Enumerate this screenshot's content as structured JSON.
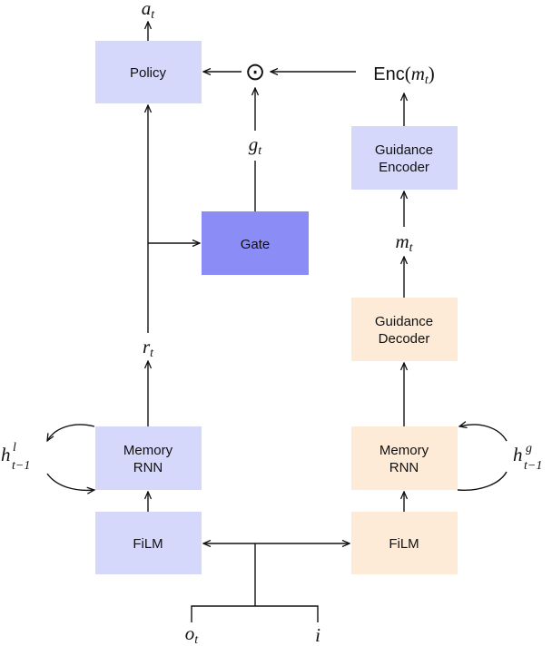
{
  "colors": {
    "blue_light": "#d6d8fb",
    "blue_dark": "#8c8cf7",
    "orange_light": "#fdebd7"
  },
  "boxes": {
    "policy": "Policy",
    "gate": "Gate",
    "guidance_encoder_1": "Guidance",
    "guidance_encoder_2": "Encoder",
    "guidance_decoder_1": "Guidance",
    "guidance_decoder_2": "Decoder",
    "memory_rnn_left_1": "Memory",
    "memory_rnn_left_2": "RNN",
    "memory_rnn_right_1": "Memory",
    "memory_rnn_right_2": "RNN",
    "film_left": "FiLM",
    "film_right": "FiLM"
  },
  "symbols": {
    "a": "a",
    "a_sub": "t",
    "g": "g",
    "g_sub": "t",
    "r": "r",
    "r_sub": "t",
    "m": "m",
    "m_sub": "t",
    "o": "o",
    "o_sub": "t",
    "i": "i",
    "odot": "⊙",
    "enc_prefix": "Enc",
    "enc_open": "(",
    "enc_m": "m",
    "enc_sub": "t",
    "enc_close": ")",
    "h_left": "h",
    "h_left_sup": "l",
    "h_left_sub": "t−1",
    "h_right": "h",
    "h_right_sup": "g",
    "h_right_sub": "t−1"
  }
}
